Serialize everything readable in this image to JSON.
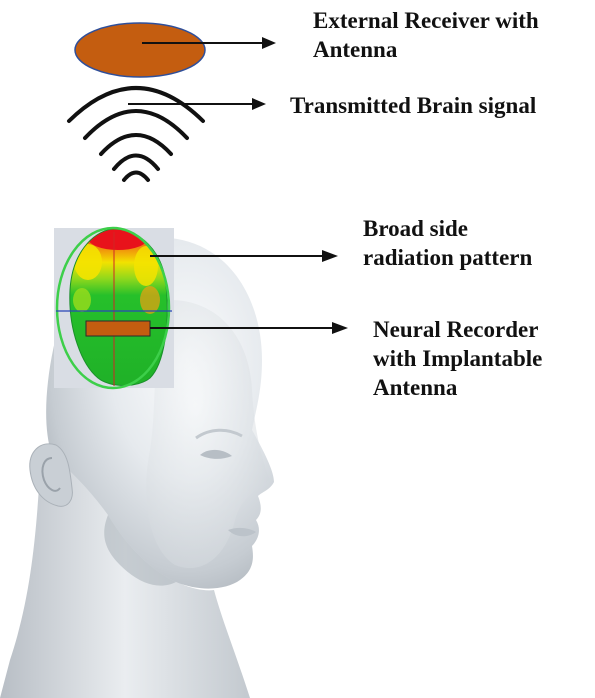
{
  "labels": {
    "external_receiver": [
      "External Receiver with",
      "Antenna"
    ],
    "transmitted_signal": "Transmitted Brain signal",
    "radiation_pattern": [
      "Broad side",
      "radiation pattern"
    ],
    "neural_recorder": [
      "Neural Recorder",
      "with Implantable",
      "Antenna"
    ]
  },
  "colors": {
    "receiver_fill": "#c45d10",
    "receiver_outline": "#2f4f9a",
    "signal_arcs": "#111111",
    "arrows": "#111111",
    "implant_fill": "#c45d10",
    "pattern_hot": "#e8121b",
    "pattern_mid": "#f2e200",
    "pattern_cool": "#26c02a",
    "head_skin": "#e4e8ec"
  },
  "icons": {
    "receiver": "orange-ellipse-antenna",
    "signal": "concentric-arc-waves",
    "head": "human-head-render",
    "pattern": "radiation-pattern-heatmap",
    "implant": "rectangular-implant"
  }
}
